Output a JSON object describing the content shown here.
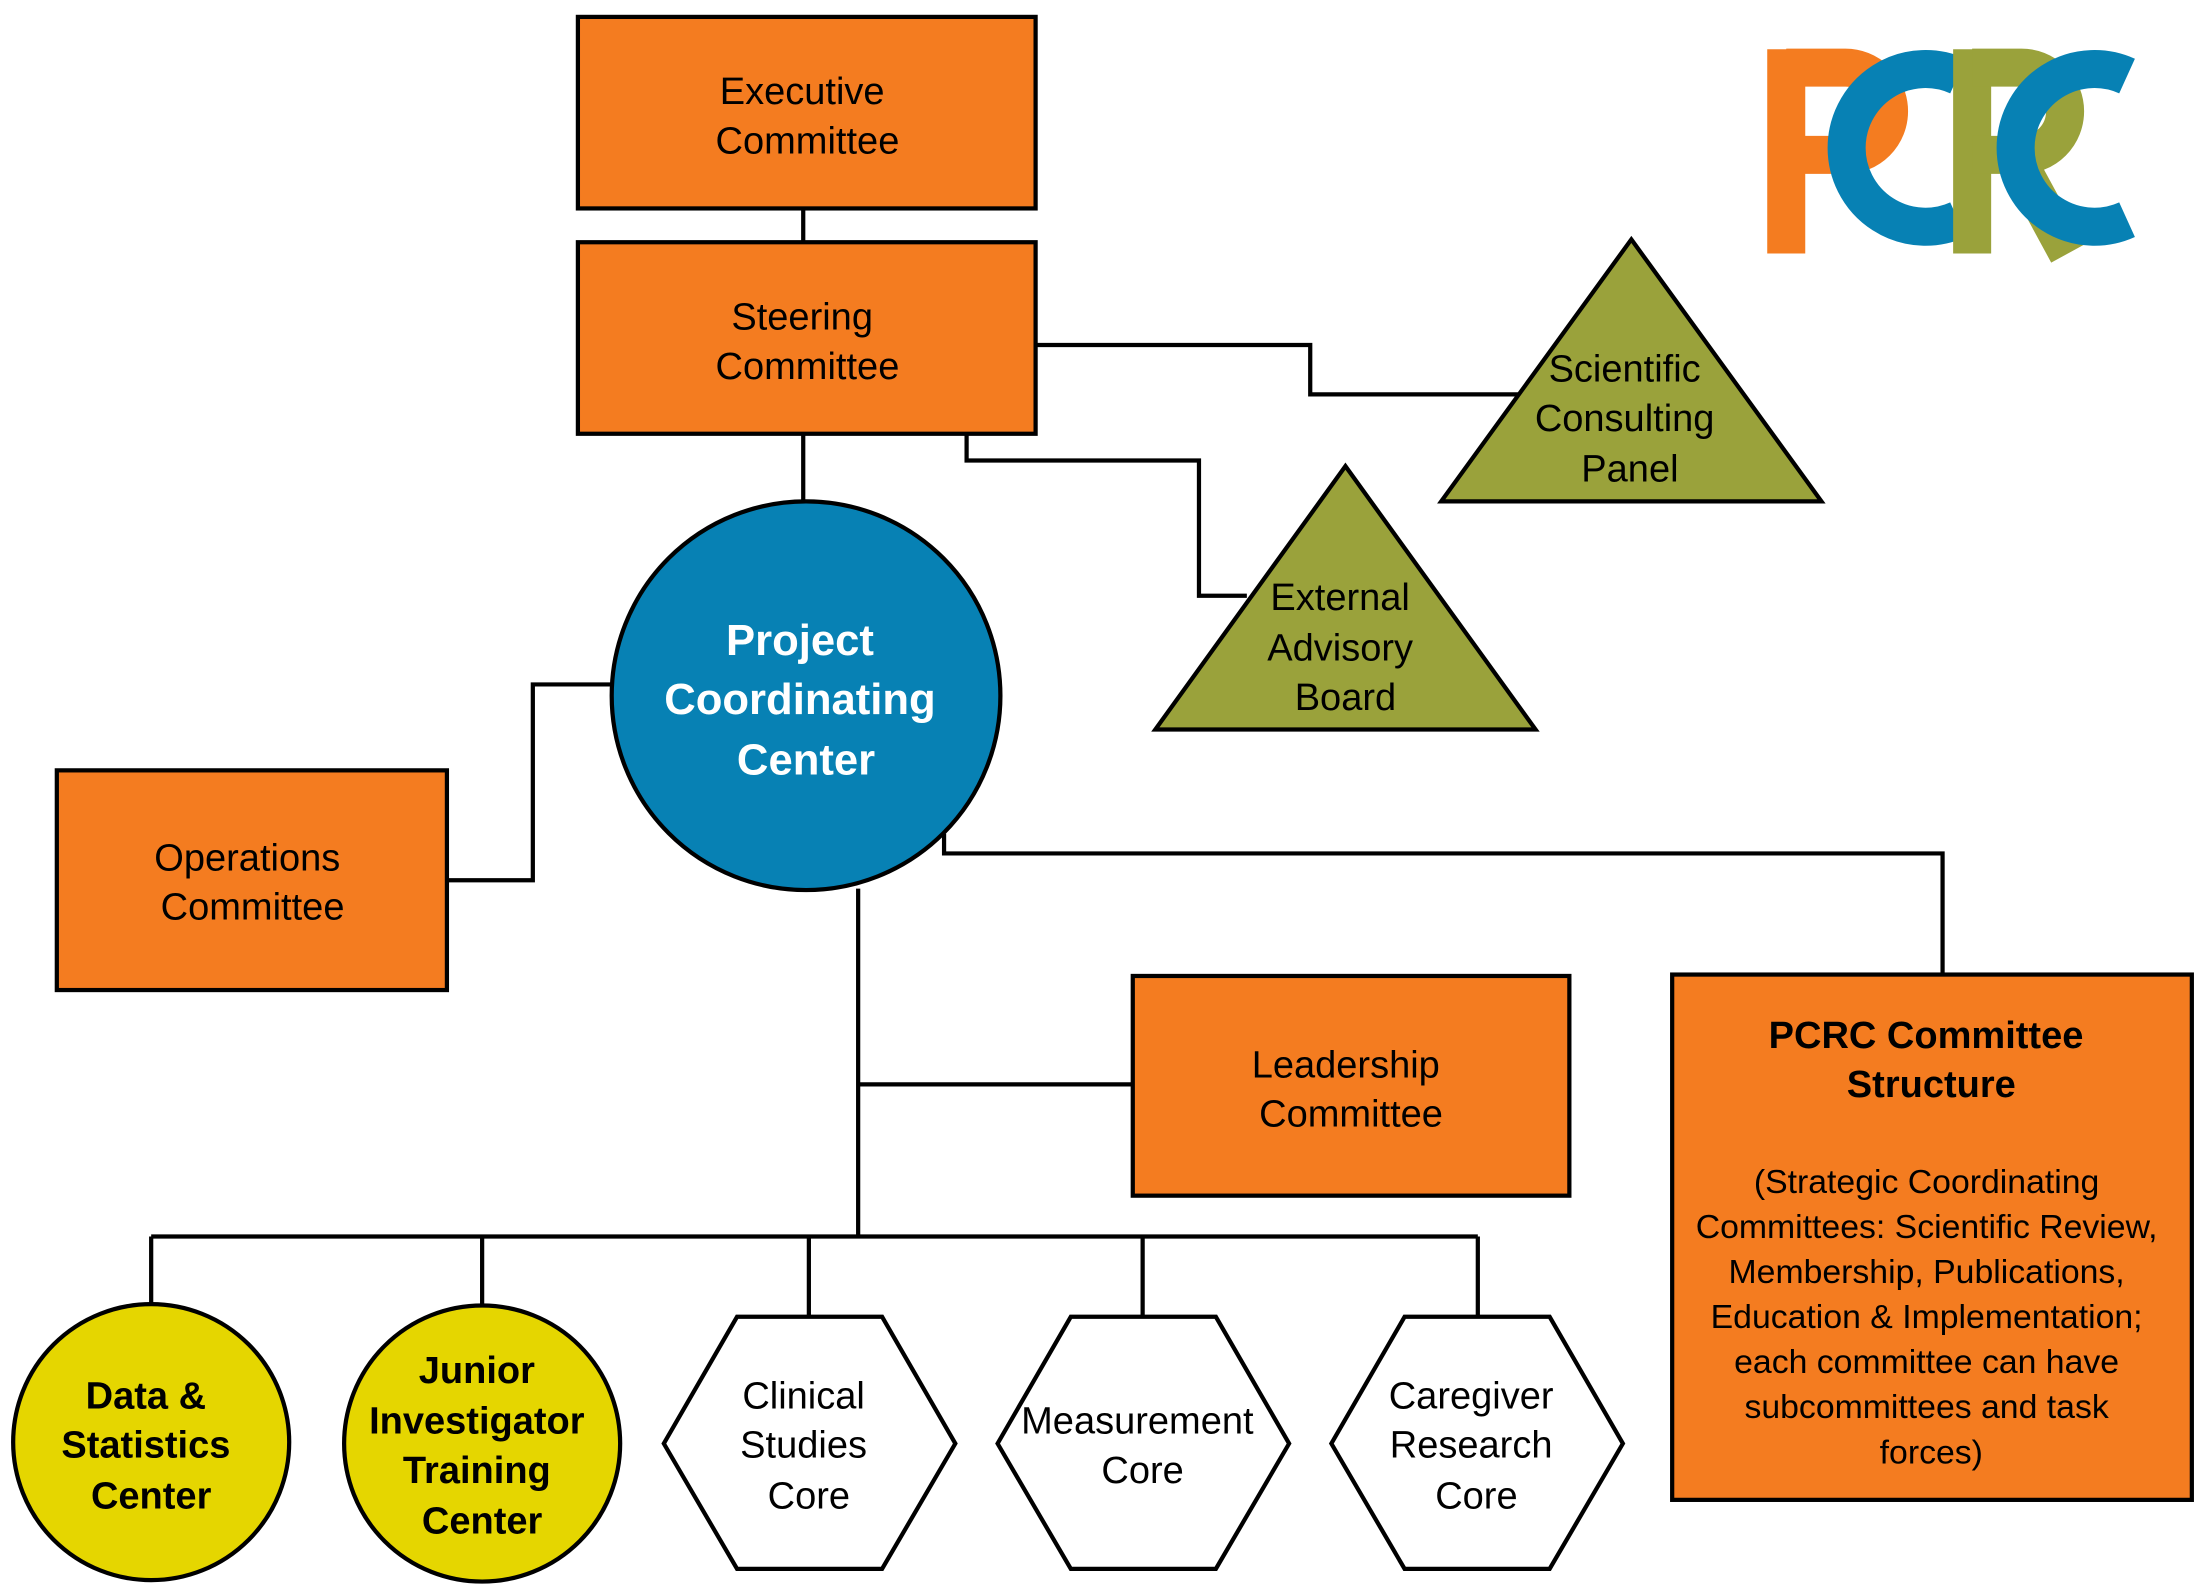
{
  "logo": {
    "letters": [
      "P",
      "C",
      "R",
      "C"
    ],
    "colors": [
      "#f47c20",
      "#0781b4",
      "#9aa23b",
      "#0781b4"
    ]
  },
  "colors": {
    "orange_box": "#f47c20",
    "olive_triangle": "#9aa23b",
    "blue_circle": "#0781b4",
    "yellow_circle": "#e5d600",
    "outline": "#000000"
  },
  "nodes": {
    "executive_committee": [
      "Executive",
      "Committee"
    ],
    "steering_committee": [
      "Steering",
      "Committee"
    ],
    "scientific_consulting_panel": [
      "Scientific",
      "Consulting",
      "Panel"
    ],
    "external_advisory_board": [
      "External",
      "Advisory",
      "Board"
    ],
    "project_coordinating_center": [
      "Project",
      "Coordinating",
      "Center"
    ],
    "operations_committee": [
      "Operations",
      "Committee"
    ],
    "leadership_committee": [
      "Leadership",
      "Committee"
    ],
    "pcrc_committee_structure": {
      "title": [
        "PCRC Committee",
        "Structure"
      ],
      "description": [
        "(Strategic Coordinating",
        "Committees: Scientific Review,",
        "Membership, Publications,",
        "Education & Implementation;",
        "each committee can have",
        "subcommittees and task",
        "forces)"
      ]
    },
    "data_statistics_center": [
      "Data &",
      "Statistics",
      "Center"
    ],
    "junior_investigator_training_center": [
      "Junior",
      "Investigator",
      "Training",
      "Center"
    ],
    "clinical_studies_core": [
      "Clinical",
      "Studies",
      "Core"
    ],
    "measurement_core": [
      "Measurement",
      "Core"
    ],
    "caregiver_research_core": [
      "Caregiver",
      "Research",
      "Core"
    ]
  }
}
